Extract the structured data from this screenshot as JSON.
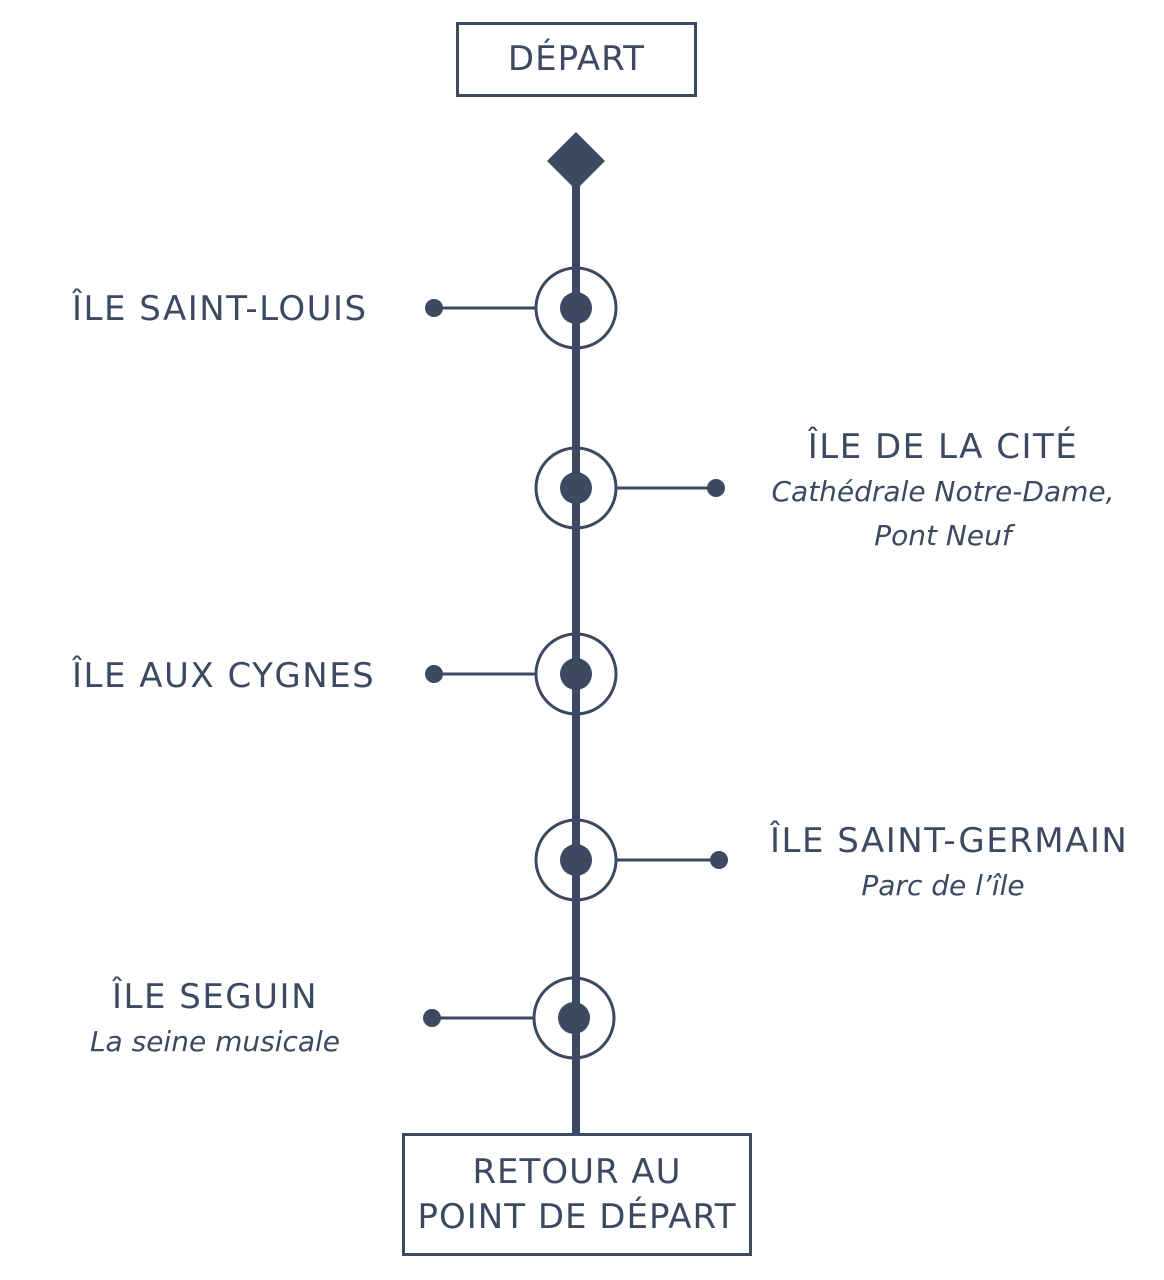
{
  "start": {
    "label": "DÉPART"
  },
  "end": {
    "line1": "RETOUR AU",
    "line2": "POINT DE DÉPART"
  },
  "stops": [
    {
      "name": "ÎLE SAINT-LOUIS",
      "side": "left"
    },
    {
      "name": "ÎLE DE LA CITÉ",
      "subtitle_line1": "Cathédrale Notre-Dame,",
      "subtitle_line2": "Pont Neuf",
      "side": "right"
    },
    {
      "name": "ÎLE AUX CYGNES",
      "side": "left"
    },
    {
      "name": "ÎLE SAINT-GERMAIN",
      "subtitle_line1": "Parc de l’île",
      "side": "right"
    },
    {
      "name": "ÎLE SEGUIN",
      "subtitle_line1": "La seine musicale",
      "side": "left"
    }
  ],
  "colors": {
    "line": "#3b4a61",
    "background": "#ffffff"
  },
  "icons": {
    "start_marker": "diamond-icon",
    "stop_marker": "ringed-dot-icon",
    "connector_end": "dot-icon"
  }
}
